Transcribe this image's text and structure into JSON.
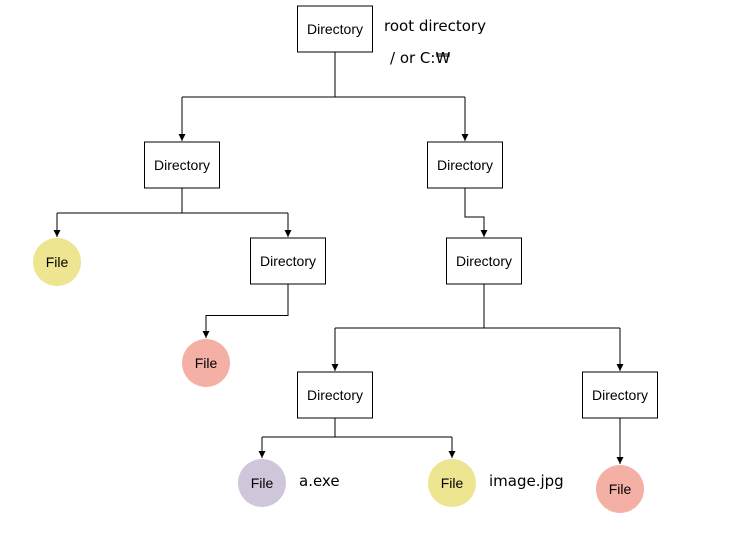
{
  "diagram": {
    "root_note": "root directory",
    "root_path_note": "/   or C:₩",
    "exe_note": "a.exe",
    "jpg_note": "image.jpg",
    "dir_label": "Directory",
    "file_label": "File"
  },
  "colors": {
    "file_yellow": "#ede58f",
    "file_red": "#f5b0a6",
    "file_purple": "#d0c6dc",
    "line": "#000000"
  },
  "nodes": [
    {
      "id": "d0",
      "kind": "directory"
    },
    {
      "id": "d1",
      "kind": "directory",
      "parent": "d0"
    },
    {
      "id": "d2",
      "kind": "directory",
      "parent": "d0"
    },
    {
      "id": "f1",
      "kind": "file",
      "color": "file_yellow",
      "parent": "d1"
    },
    {
      "id": "d3",
      "kind": "directory",
      "parent": "d1"
    },
    {
      "id": "f2",
      "kind": "file",
      "color": "file_red",
      "parent": "d3"
    },
    {
      "id": "d4",
      "kind": "directory",
      "parent": "d2"
    },
    {
      "id": "d5",
      "kind": "directory",
      "parent": "d4"
    },
    {
      "id": "d6",
      "kind": "directory",
      "parent": "d4"
    },
    {
      "id": "f3",
      "kind": "file",
      "color": "file_purple",
      "parent": "d5"
    },
    {
      "id": "f4",
      "kind": "file",
      "color": "file_yellow",
      "parent": "d5"
    },
    {
      "id": "f5",
      "kind": "file",
      "color": "file_red",
      "parent": "d6"
    }
  ]
}
